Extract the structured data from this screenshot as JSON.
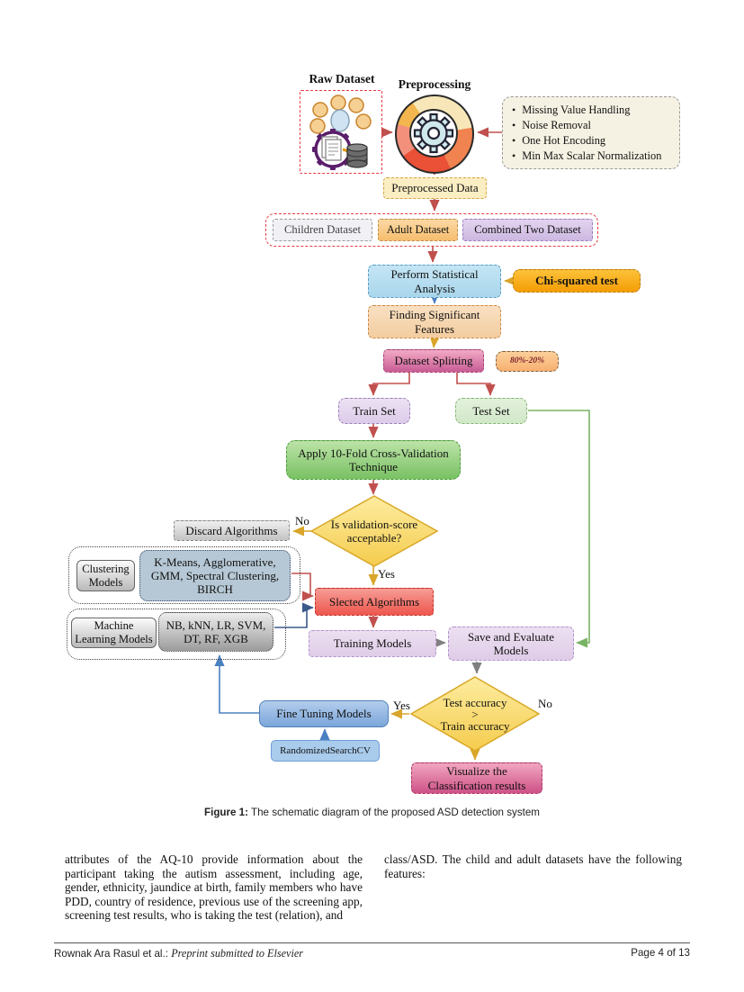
{
  "palette": {
    "arrow_red": "#c0504d",
    "arrow_gold": "#d9a52a",
    "arrow_blue": "#4a80c0",
    "arrow_navy": "#3a5a8c",
    "arrow_gray": "#808080",
    "arrow_green": "#78b464",
    "diamond_fill_top": "#fdeca0",
    "diamond_fill_bottom": "#f5cc4e",
    "dashed_red": "#e63946"
  },
  "flowchart": {
    "raw_dataset": "Raw Dataset",
    "preprocessing": "Preprocessing",
    "bullet_glyph": "•",
    "preprocessing_steps": [
      "Missing Value Handling",
      "Noise Removal",
      "One Hot Encoding",
      "Min Max Scalar Normalization"
    ],
    "preprocessed_data": "Preprocessed Data",
    "children_dataset": "Children Dataset",
    "adult_dataset": "Adult Dataset",
    "combined_dataset": "Combined Two Dataset",
    "statistical_analysis": "Perform Statistical\nAnalysis",
    "chi_squared": "Chi-squared test",
    "significant_features": "Finding Significant\nFeatures",
    "dataset_splitting": "Dataset Splitting",
    "split_ratio": "80%-20%",
    "train_set": "Train Set",
    "test_set": "Test Set",
    "cross_validation": "Apply 10-Fold Cross-Validation\nTechnique",
    "validation_decision": "Is validation-score\nacceptable?",
    "decision1_no": "No",
    "decision1_yes": "Yes",
    "discard_algorithms": "Discard Algorithms",
    "clustering_models": "Clustering\nModels",
    "clustering_algorithms": "K-Means, Agglomerative,\nGMM, Spectral Clustering,\nBIRCH",
    "ml_models": "Machine\nLearning Models",
    "ml_algorithms": "NB, kNN, LR, SVM,\nDT, RF, XGB",
    "selected_algorithms": "Slected Algorithms",
    "training_models": "Training Models",
    "save_evaluate": "Save and Evaluate\nModels",
    "accuracy_decision": "Test accuracy\n>\nTrain accuracy",
    "decision2_yes": "Yes",
    "decision2_no": "No",
    "fine_tuning": "Fine Tuning Models",
    "randomized_search": "RandomizedSearchCV",
    "visualize": "Visualize the\nClassification results"
  },
  "figure": {
    "caption_label": "Figure 1:",
    "caption_text": "The schematic diagram of the proposed ASD detection system"
  },
  "body": {
    "left_column": "attributes of the AQ-10 provide information about the participant taking the autism assessment, including age, gender, ethnicity, jaundice at birth, family members who have PDD, country of residence, previous use of the screening app, screening test results, who is taking the test (relation), and",
    "right_column": "class/ASD. The child and adult datasets have the following features:"
  },
  "footer": {
    "authors": "Rownak Ara Rasul et al.:",
    "note": "Preprint submitted to Elsevier",
    "page": "Page 4 of 13"
  }
}
